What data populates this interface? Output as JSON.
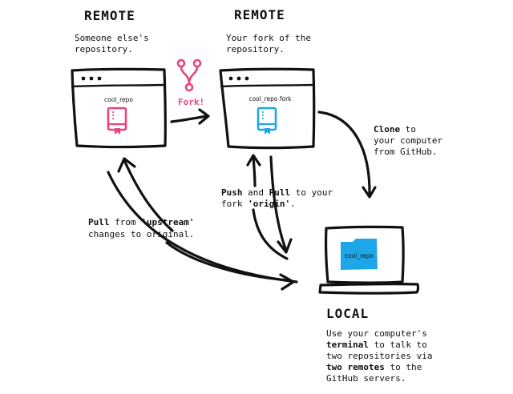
{
  "upstream": {
    "heading": "REMOTE",
    "caption_line1": "Someone else's",
    "caption_line2": "repository.",
    "repo_name": "cool_repo",
    "book_color": "#e8457c"
  },
  "fork_action": {
    "label": "Fork!",
    "icon": "git-fork-icon",
    "color": "#e8457c"
  },
  "origin": {
    "heading": "REMOTE",
    "caption_line1": "Your fork of the",
    "caption_line2": "repository.",
    "repo_name": "cool_repo fork",
    "book_color": "#1ea7e8"
  },
  "clone_note": {
    "bold": "Clone",
    "line1_rest": " to",
    "line2": "your computer",
    "line3": "from GitHub."
  },
  "push_pull_note": {
    "push": "Push",
    "and": " and ",
    "pull": "Pull",
    "line1_rest": " to your",
    "line2_prefix": "fork ",
    "origin": "'origin'",
    "line2_suffix": "."
  },
  "pull_upstream_note": {
    "pull": "Pull",
    "line1_mid": " from ",
    "upstream": "'upstream'",
    "line2": "changes to original."
  },
  "local": {
    "heading": "LOCAL",
    "folder_label": "cool_repo",
    "folder_color": "#1ea7e8",
    "line1": "Use your computer's",
    "line2_bold": "terminal",
    "line2_rest": " to talk to",
    "line3": "two repositories via",
    "line4_bold": "two remotes",
    "line4_rest": " to the",
    "line5": "GitHub servers."
  }
}
